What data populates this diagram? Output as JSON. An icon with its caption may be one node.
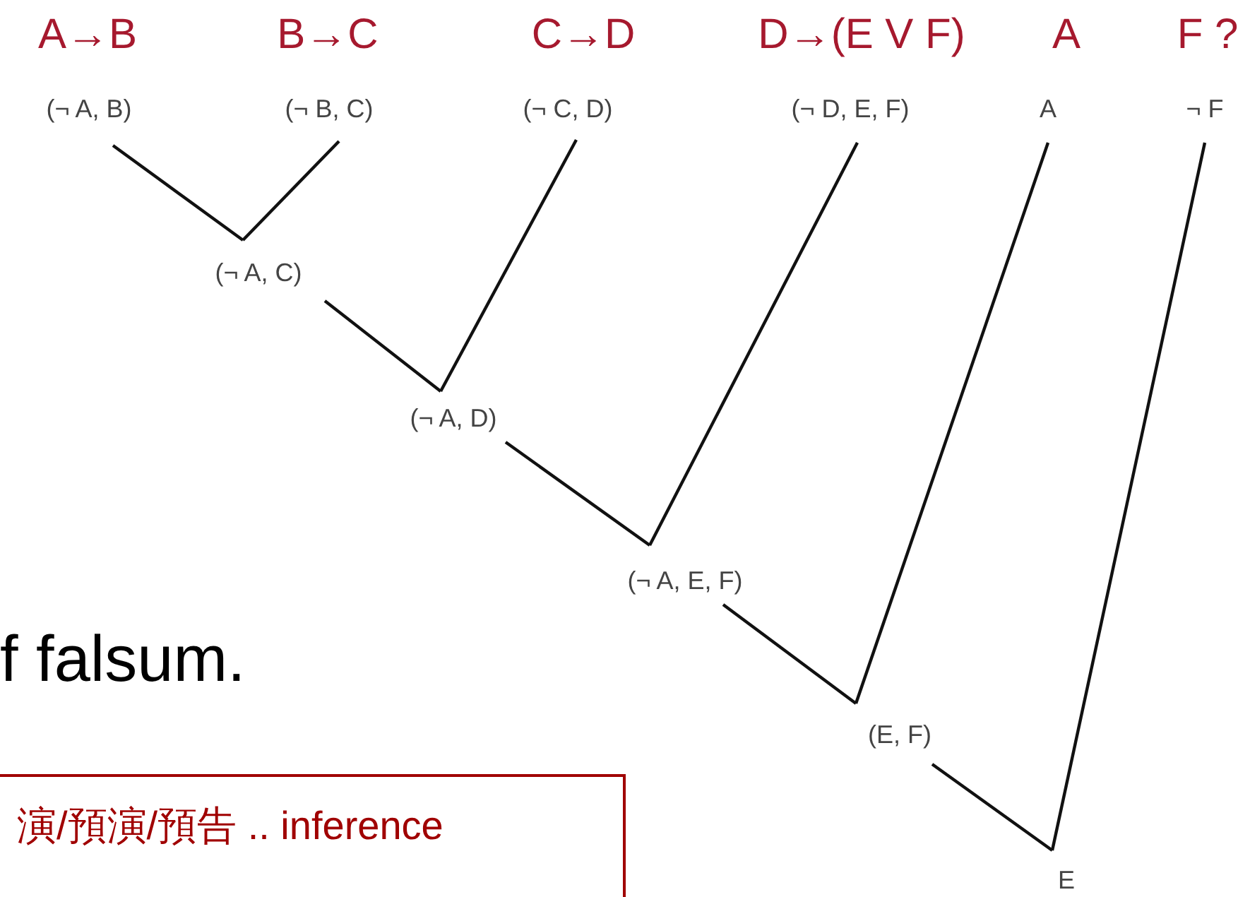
{
  "diagram": {
    "nodes": [
      {
        "text": [
          "(¬ A, B)"
        ],
        "beside": [
          "A→B"
        ]
      },
      {
        "text": [
          "(¬ B, C)"
        ],
        "beside": [
          "B→C"
        ]
      },
      {
        "text": [
          "(¬ C, D)"
        ],
        "beside": [
          "C→D"
        ]
      },
      {
        "text": [
          "(¬ D, E, F)"
        ],
        "beside": [
          "D→(E V F)"
        ]
      },
      {
        "text": [
          "A"
        ],
        "beside": [
          "A"
        ]
      },
      {
        "text": [
          "¬ F"
        ],
        "beside": [
          "F ?"
        ]
      },
      {
        "text": [
          "(¬ A, C)"
        ]
      },
      {
        "text": [
          "(¬ A, D)"
        ]
      },
      {
        "text": [
          "(¬ A, E, F)"
        ]
      },
      {
        "text": [
          "(E, F)"
        ]
      },
      {
        "text": [
          "E"
        ]
      },
      {
        "text": [
          "演/預演/預告 .. inference"
        ]
      }
    ],
    "edges": [
      {
        "from": 0,
        "to": 6,
        "arrow": "none"
      },
      {
        "from": 1,
        "to": 6,
        "arrow": "none"
      },
      {
        "from": 6,
        "to": 7,
        "arrow": "none"
      },
      {
        "from": 2,
        "to": 7,
        "arrow": "none"
      },
      {
        "from": 7,
        "to": 8,
        "arrow": "none"
      },
      {
        "from": 3,
        "to": 8,
        "arrow": "none"
      },
      {
        "from": 8,
        "to": 9,
        "arrow": "none"
      },
      {
        "from": 4,
        "to": 9,
        "arrow": "none"
      },
      {
        "from": 9,
        "to": 10,
        "arrow": "none"
      },
      {
        "from": 5,
        "to": 10,
        "arrow": "none"
      }
    ],
    "labels": [
      "f falsum."
    ]
  }
}
